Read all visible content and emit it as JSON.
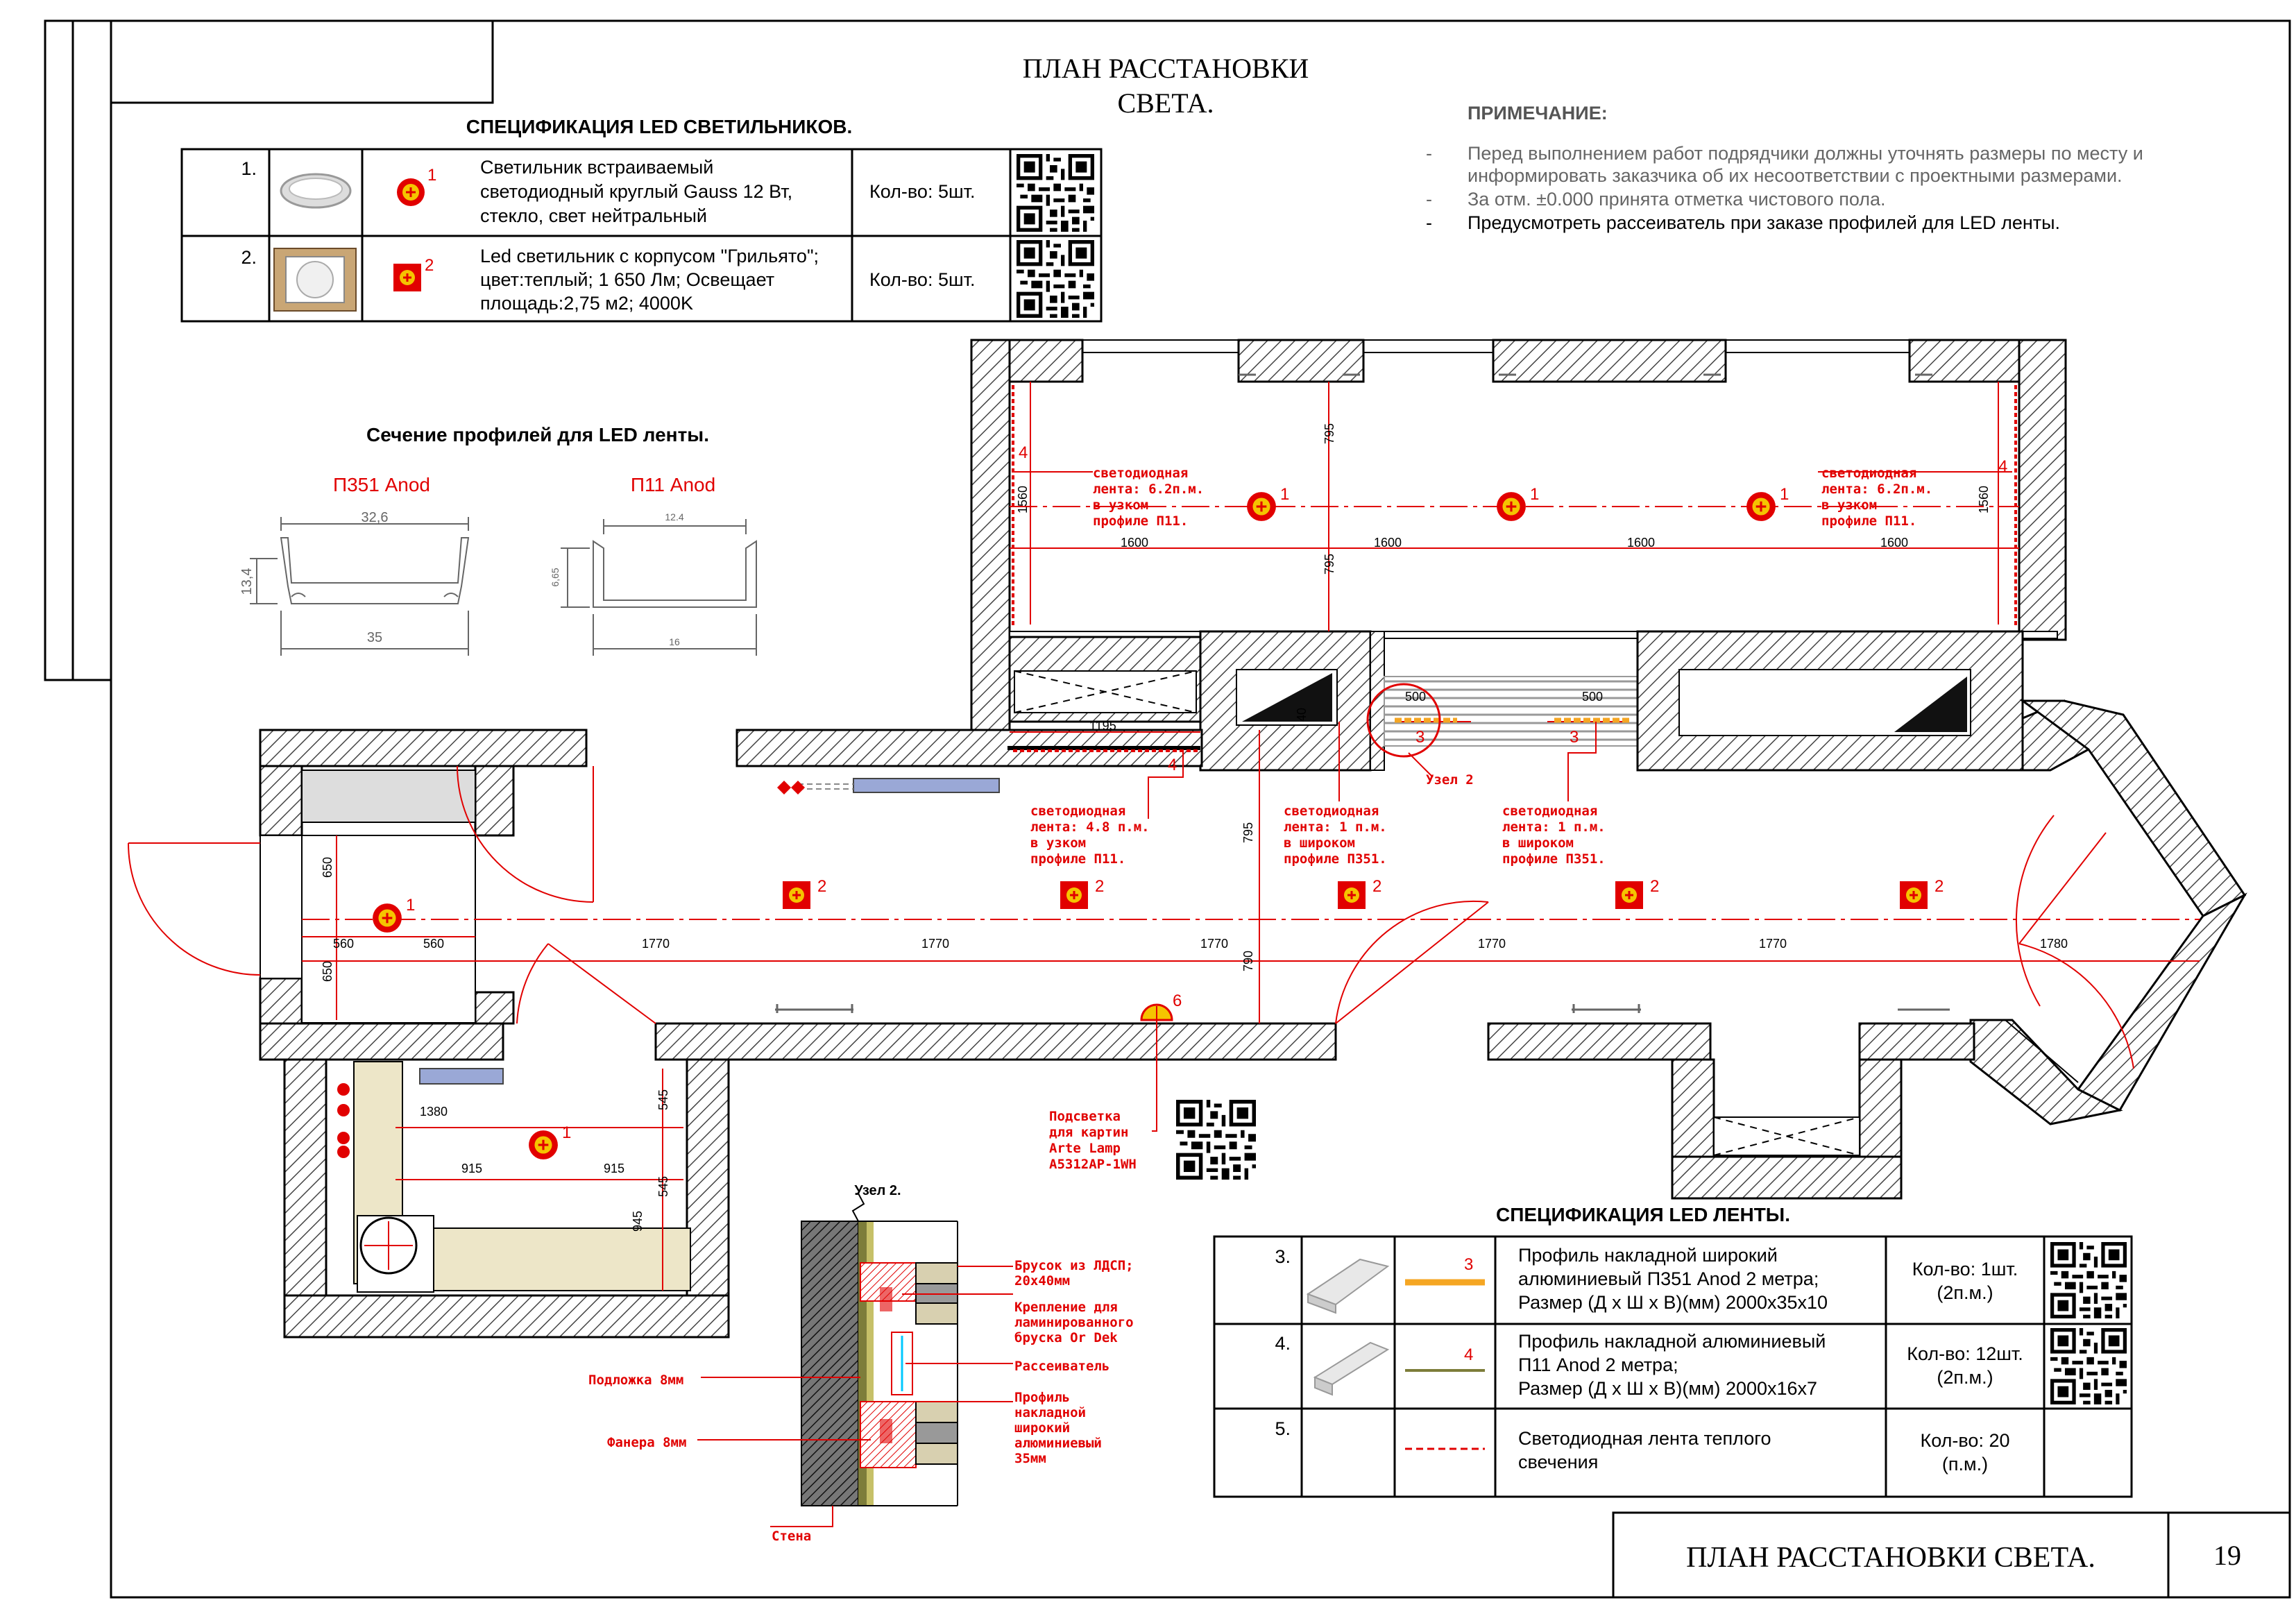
{
  "title_top": [
    "ПЛАН РАССТАНОВКИ",
    "СВЕТА."
  ],
  "stamp": {
    "title": "ПЛАН РАССТАНОВКИ СВЕТА.",
    "page": "19"
  },
  "note": {
    "heading": "ПРИМЕЧАНИЕ:",
    "items": [
      "Перед выполнением работ подрядчики должны уточнять размеры по месту и",
      "информировать заказчика об их несоответствии с проектными размерами.",
      "За отм. ±0.000 принята отметка чистового пола.",
      "Предусмотреть рассеиватель при заказе профилей для LED ленты."
    ]
  },
  "spec_lights": {
    "heading": "СПЕЦИФИКАЦИЯ LED СВЕТИЛЬНИКОВ.",
    "rows": [
      {
        "num": "1.",
        "symbol": "1",
        "desc": [
          "Светильник встраиваемый",
          "светодиодный круглый Gauss 12 Вт,",
          "стекло, свет нейтральный"
        ],
        "qty": "Кол-во: 5шт."
      },
      {
        "num": "2.",
        "symbol": "2",
        "desc": [
          "Led светильник с корпусом \"Грильято\";",
          "цвет:теплый; 1 650 Лм; Освещает",
          "площадь:2,75 м2; 4000K"
        ],
        "qty": "Кол-во: 5шт."
      }
    ]
  },
  "profiles": {
    "heading": "Сечение профилей для LED ленты.",
    "p351": {
      "name": "П351 Anod",
      "w_top": "32,6",
      "h": "13,4",
      "w_bottom": "35"
    },
    "p11": {
      "name": "П11 Anod",
      "w_top": "12.4",
      "h": "6,65",
      "w_bottom": "16"
    }
  },
  "plan": {
    "labels": {
      "strip_6_2_left": [
        "светодиодная",
        "лента: 6.2п.м.",
        "в узком",
        "профиле П11."
      ],
      "strip_6_2_right": [
        "светодиодная",
        "лента: 6.2п.м.",
        "в узком",
        "профиле П11."
      ],
      "strip_4_8": [
        "светодиодная",
        "лента: 4.8 п.м.",
        "в узком",
        "профиле П11."
      ],
      "strip_1_a": [
        "светодиодная",
        "лента: 1 п.м.",
        "в широком",
        "профиле П351."
      ],
      "strip_1_b": [
        "светодиодная",
        "лента: 1 п.м.",
        "в широком",
        "профиле П351."
      ],
      "node2": "Узел 2",
      "picture_light": [
        "Подсветка",
        "для картин",
        "Arte Lamp",
        "A5312AP-1WH"
      ]
    },
    "dims": {
      "top_795a": "795",
      "top_795b": "795",
      "top_1560a": "1560",
      "top_1560b": "1560",
      "top_1600": [
        "1600",
        "1600",
        "1600",
        "1600"
      ],
      "d1195": "1195",
      "d500a": "500",
      "d500b": "500",
      "d40": "40",
      "mid_1770": [
        "1770",
        "1770",
        "1770",
        "1770",
        "1770"
      ],
      "mid_1780": "1780",
      "mid_795": "795",
      "mid_790": "790",
      "left_560a": "560",
      "left_560b": "560",
      "left_650a": "650",
      "left_650b": "650",
      "k_1380": "1380",
      "k_915a": "915",
      "k_915b": "915",
      "k_545a": "545",
      "k_545b": "545",
      "k_945": "945"
    },
    "marks": {
      "n1": "1",
      "n2": "2",
      "n3": "3",
      "n4": "4",
      "n6": "6"
    }
  },
  "node": {
    "title": "Узел 2.",
    "labels": {
      "brusok": [
        "Брусок из ЛДСП;",
        "20х40мм"
      ],
      "krepl": [
        "Крепление для",
        "ламинированного",
        "бруска Or Dek"
      ],
      "rass": "Рассеиватель",
      "profile": [
        "Профиль",
        "накладной",
        "широкий",
        "алюминиевый",
        "35мм"
      ],
      "podl": "Подложка 8мм",
      "fanera": "Фанера 8мм",
      "stena": "Стена"
    }
  },
  "spec_strip": {
    "heading": "СПЕЦИФИКАЦИЯ LED ЛЕНТЫ.",
    "rows": [
      {
        "num": "3.",
        "symbol": "3",
        "desc": [
          "Профиль накладной широкий",
          "алюминиевый П351 Anod 2 метра;",
          "Размер (Д х Ш х В)(мм) 2000х35х10"
        ],
        "qty": [
          "Кол-во: 1шт.",
          "(2п.м.)"
        ]
      },
      {
        "num": "4.",
        "symbol": "4",
        "desc": [
          "Профиль накладной алюминиевый",
          "П11 Anod 2 метра;",
          "Размер (Д х Ш х В)(мм) 2000х16х7"
        ],
        "qty": [
          "Кол-во: 12шт.",
          "(2п.м.)"
        ]
      },
      {
        "num": "5.",
        "symbol": "",
        "desc": [
          "Светодиодная лента теплого",
          "свечения"
        ],
        "qty": [
          "Кол-во: 20",
          "(п.м.)"
        ]
      }
    ]
  },
  "colors": {
    "red": "#e10000",
    "orange": "#f5a623",
    "hatch": "#555555",
    "cream": "#ede6c8",
    "olive": "#7d7d3a"
  }
}
